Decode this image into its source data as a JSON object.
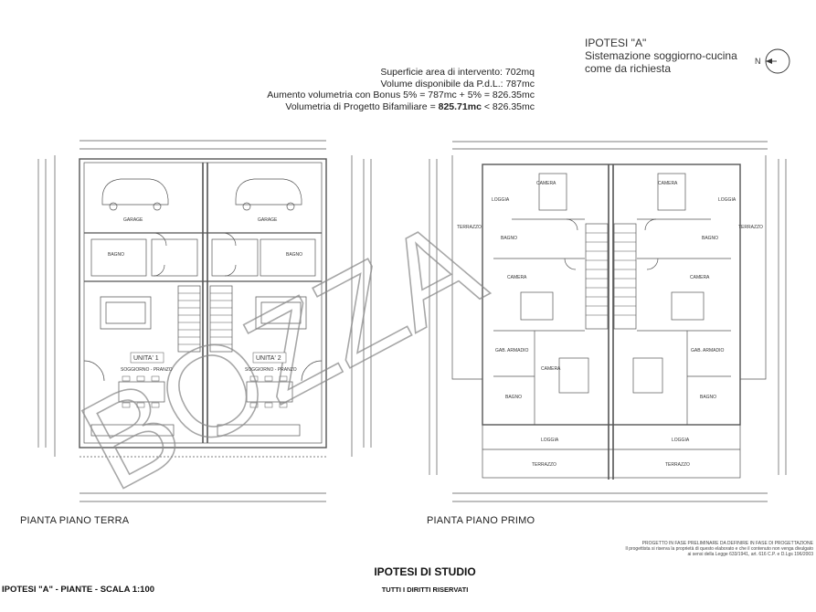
{
  "summary": {
    "line1": "Superficie area di intervento: 702mq",
    "line2": "Volume disponibile da P.d.L.: 787mc",
    "line3": "Aumento volumetria con Bonus 5% = 787mc + 5% = 826.35mc",
    "line4_prefix": "Volumetria di Progetto Bifamiliare = ",
    "line4_bold": "825.71mc",
    "line4_suffix": " < 826.35mc"
  },
  "hypothesis": {
    "title": "IPOTESI \"A\"",
    "line1": "Sistemazione soggiorno-cucina",
    "line2": "come da richiesta"
  },
  "compass_label": "N",
  "ground_floor": {
    "title": "PIANTA PIANO TERRA",
    "garage": "GARAGE",
    "bagno": "BAGNO",
    "unit1": "UNITA' 1",
    "unit2": "UNITA' 2",
    "living": "SOGGIORNO - PRANZO"
  },
  "first_floor": {
    "title": "PIANTA PIANO PRIMO",
    "camera": "CAMERA",
    "bagno": "BAGNO",
    "terrazzo": "TERRAZZO",
    "loggia": "LOGGIA",
    "armadio": "GAB. ARMADIO"
  },
  "footer": {
    "left": "IPOTESI \"A\" - PIANTE - SCALA 1:100",
    "center": "IPOTESI DI STUDIO",
    "center_sub": "TUTTI I DIRITTI RISERVATI",
    "note1": "PROGETTO IN FASE PRELIMINARE DA DEFINIRE IN FASE DI PROGETTAZIONE",
    "note2": "Il progettista si riserva la proprietà di questo elaborato e che il contenuto non venga divulgato",
    "note3": "ai sensi della Legge 633/1941, art. 616 C.P. e D.Lgs 196/2003"
  },
  "watermark": "BOZZA"
}
